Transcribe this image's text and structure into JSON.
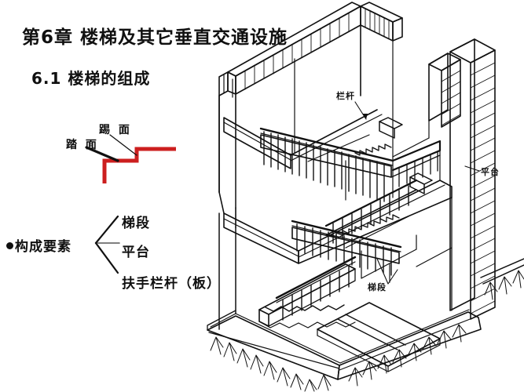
{
  "slide": {
    "background_color": "#ffffff",
    "ink_color": "#111111",
    "accent_color": "#cc1f1f",
    "chapter_title": "第6章  楼梯及其它垂直交通设施",
    "section_title": "6.1 楼梯的组成"
  },
  "step_diagram": {
    "name": "stair-step-profile",
    "line_color": "#cc1f1f",
    "labels": {
      "tread": "踏 面",
      "riser": "踢 面"
    }
  },
  "elements_list": {
    "term": "构成要素",
    "bullet": "●",
    "items": [
      {
        "label": "梯段"
      },
      {
        "label": "平台"
      },
      {
        "label": "扶手栏杆（板）"
      }
    ]
  },
  "drawing": {
    "name": "stairwell-axonometric",
    "callouts": [
      {
        "key": "railing",
        "label": "栏杆"
      },
      {
        "key": "landing",
        "label": "平台"
      },
      {
        "key": "flight",
        "label": "梯段"
      }
    ]
  }
}
